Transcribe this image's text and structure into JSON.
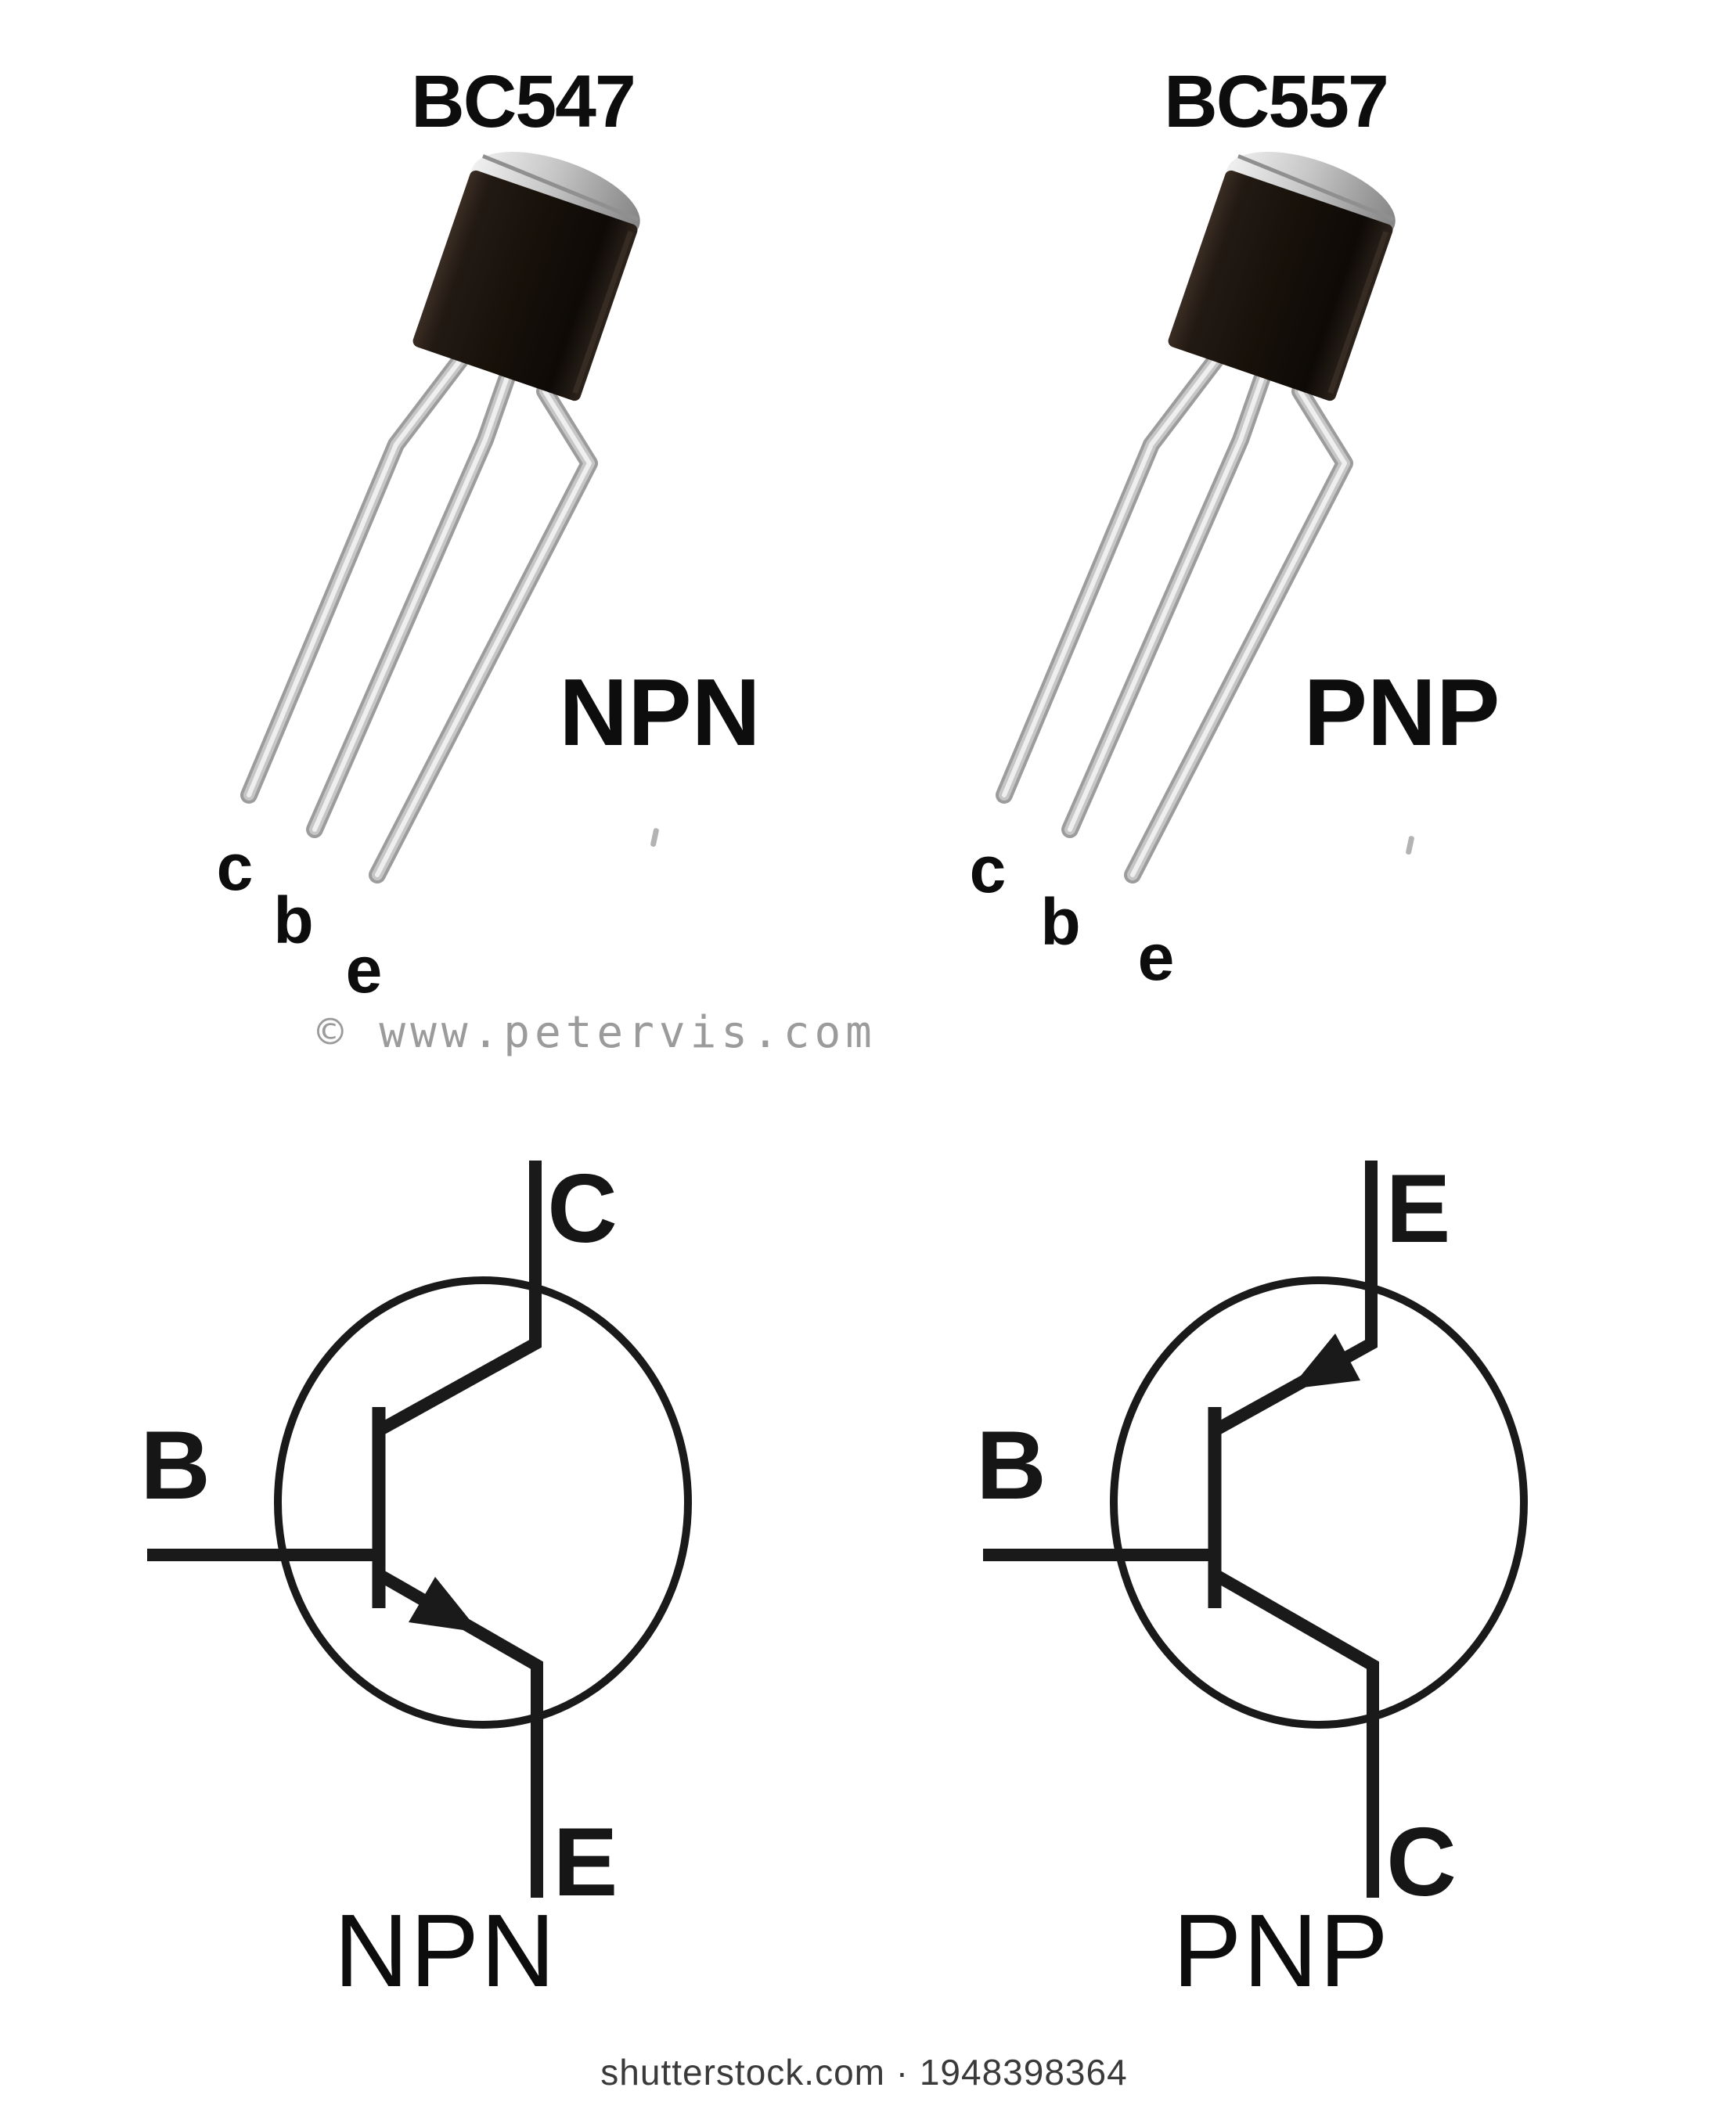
{
  "photo_section": {
    "transistors": [
      {
        "part_number": "BC547",
        "polarity_label": "NPN",
        "pins": {
          "left": "c",
          "middle": "b",
          "right": "e"
        }
      },
      {
        "part_number": "BC557",
        "polarity_label": "PNP",
        "pins": {
          "left": "c",
          "middle": "b",
          "right": "e"
        }
      }
    ],
    "watermark": "© www.petervis.com"
  },
  "symbol_section": {
    "symbols": [
      {
        "name": "NPN",
        "top_terminal": "C",
        "left_terminal": "B",
        "bottom_terminal": "E"
      },
      {
        "name": "PNP",
        "top_terminal": "E",
        "left_terminal": "B",
        "bottom_terminal": "C"
      }
    ]
  },
  "footer": {
    "credit": "shutterstock.com · 1948398364"
  },
  "colors": {
    "background": "#ffffff",
    "package_body": "#171009",
    "package_cap": "#c6c6c6",
    "lead_metal": "#b5b5b5",
    "symbol_line": "#1a1a1a",
    "label_text": "#0d0d0d",
    "watermark_text": "#9b9b9b",
    "footer_text": "#3a3a3a"
  }
}
